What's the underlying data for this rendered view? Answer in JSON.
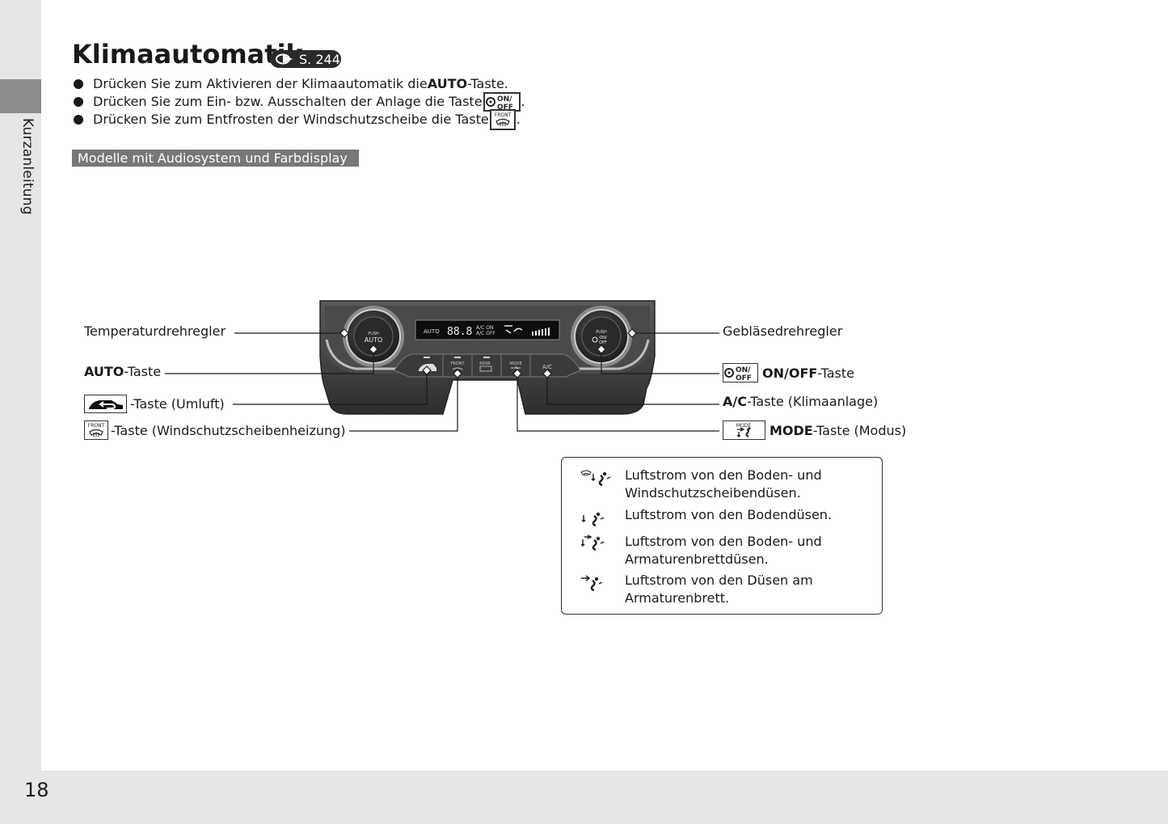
{
  "sidebar": {
    "label": "Kurzanleitung"
  },
  "page_number": "18",
  "header": {
    "title": "Klimaautomatik",
    "page_ref": "S. 244"
  },
  "bullets": [
    {
      "pre": "Drücken Sie zum Aktivieren der Klimaautomatik die ",
      "bold": "AUTO",
      "post": "-Taste."
    },
    {
      "pre": "Drücken Sie zum Ein- bzw. Ausschalten der Anlage die Taste ",
      "icon": "on-off-key-icon",
      "post": "."
    },
    {
      "pre": "Drücken Sie zum Entfrosten der Windschutzscheibe die Taste ",
      "icon": "front-defrost-key-icon",
      "post": "."
    }
  ],
  "model_banner": "Modelle mit Audiosystem und Farbdisplay",
  "panel": {
    "left_knob_label": "PUSH AUTO",
    "right_knob_label": "PUSH ON/OFF",
    "display_auto": "AUTO",
    "display_temp": "88.8",
    "display_ac": "A/C ON A/C OFF",
    "buttons": [
      "",
      "FRONT",
      "REAR",
      "MODE",
      "A/C"
    ]
  },
  "callouts": {
    "temperature_knob": "Temperaturdrehregler",
    "auto_button_bold": "AUTO",
    "auto_button_rest": "-Taste",
    "recirculation": "-Taste (Umluft)",
    "windshield_defrost": "-Taste (Windschutzscheibenheizung)",
    "fan_knob": "Gebläsedrehregler",
    "on_off_bold": "ON/OFF",
    "on_off_rest": "-Taste",
    "ac_bold": "A/C",
    "ac_rest": "-Taste (Klimaanlage)",
    "mode_bold": "MODE",
    "mode_rest": "-Taste (Modus)"
  },
  "key_texts": {
    "on_off": "ON/ OFF",
    "front": "FRONT",
    "mode": "MODE"
  },
  "airflow_legend": [
    {
      "icon": "floor-defrost-airflow-icon",
      "line1": "Luftstrom von den Boden- und",
      "line2": "Windschutzscheibendüsen."
    },
    {
      "icon": "floor-airflow-icon",
      "line1": "Luftstrom von den Bodendüsen.",
      "line2": ""
    },
    {
      "icon": "floor-dashboard-airflow-icon",
      "line1": "Luftstrom von den Boden- und",
      "line2": "Armaturenbrettdüsen."
    },
    {
      "icon": "dashboard-airflow-icon",
      "line1": "Luftstrom von den Düsen am",
      "line2": "Armaturenbrett."
    }
  ]
}
